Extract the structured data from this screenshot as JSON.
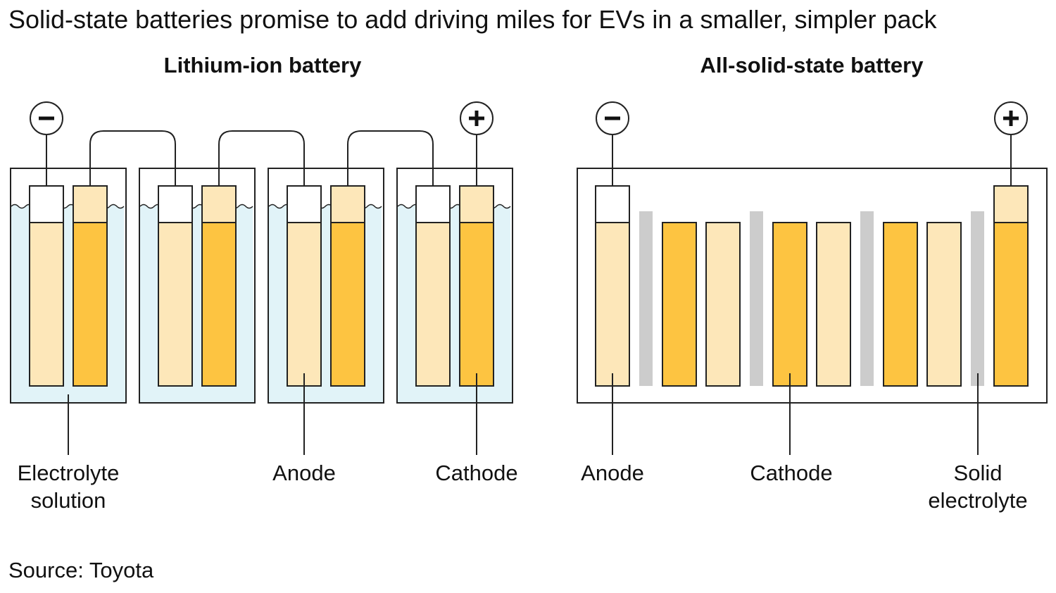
{
  "title": "Solid-state batteries promise to add driving miles for EVs in a smaller, simpler pack",
  "source": "Source: Toyota",
  "colors": {
    "electrolyte_solution": "#e1f3f8",
    "anode": "#fde7b9",
    "cathode": "#fdc441",
    "solid_electrolyte": "#cccccc",
    "tab": "#ffffff",
    "outline": "#222222"
  },
  "lithium_ion": {
    "heading": "Lithium-ion battery",
    "terminal_negative": "−",
    "terminal_positive": "+",
    "labels": {
      "electrolyte_line1": "Electrolyte",
      "electrolyte_line2": "solution",
      "anode": "Anode",
      "cathode": "Cathode"
    }
  },
  "solid_state": {
    "heading": "All-solid-state battery",
    "terminal_negative": "−",
    "terminal_positive": "+",
    "labels": {
      "anode": "Anode",
      "cathode": "Cathode",
      "solid_line1": "Solid",
      "solid_line2": "electrolyte"
    }
  }
}
